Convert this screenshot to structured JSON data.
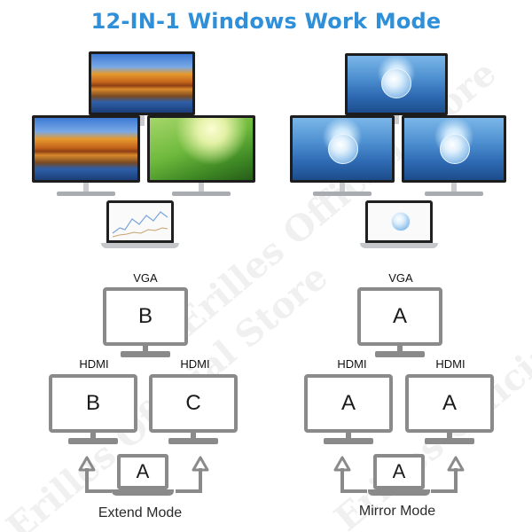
{
  "title": "12-IN-1 Windows Work Mode",
  "watermark": "Erilles Official Store",
  "extend": {
    "mode_label": "Extend Mode",
    "top_port": "VGA",
    "left_port": "HDMI",
    "right_port": "HDMI",
    "top_letter": "B",
    "left_letter": "B",
    "right_letter": "C",
    "laptop_letter": "A"
  },
  "mirror": {
    "mode_label": "Mirror Mode",
    "top_port": "VGA",
    "left_port": "HDMI",
    "right_port": "HDMI",
    "top_letter": "A",
    "left_letter": "A",
    "right_letter": "A",
    "laptop_letter": "A"
  },
  "colors": {
    "title": "#2f8fd8",
    "diagram_stroke": "#8a8a8a"
  }
}
